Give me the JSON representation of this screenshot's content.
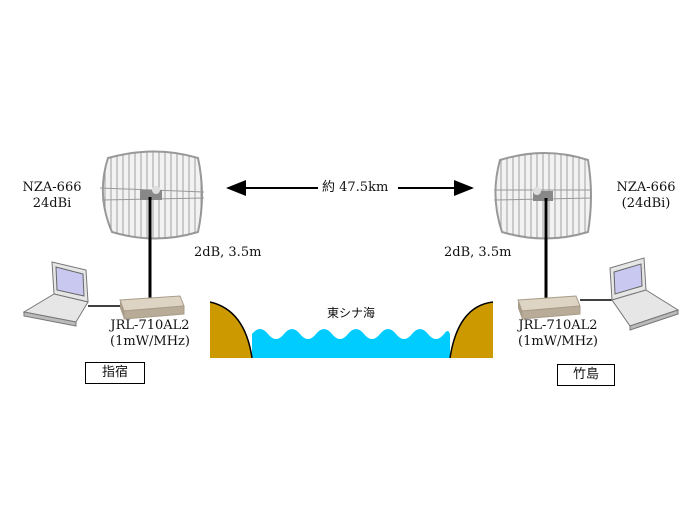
{
  "diagram": {
    "distance_label": "約 47.5km",
    "sea_label": "東シナ海",
    "colors": {
      "land": "#CC9900",
      "sea": "#00CCFF",
      "laptop_screen": "#C8C8F0",
      "antenna_grid": "#9A9A9A",
      "router": "#C8BCA8"
    },
    "left_site": {
      "antenna_model": "NZA-666",
      "antenna_gain": "24dBi",
      "cable_spec": "2dB,  3.5m",
      "radio_model": "JRL-710AL2",
      "radio_power": "(1mW/MHz)",
      "location": "指宿"
    },
    "right_site": {
      "antenna_model": "NZA-666",
      "antenna_gain": "(24dBi)",
      "cable_spec": "2dB,  3.5m",
      "radio_model": "JRL-710AL2",
      "radio_power": "(1mW/MHz)",
      "location": "竹島"
    }
  }
}
